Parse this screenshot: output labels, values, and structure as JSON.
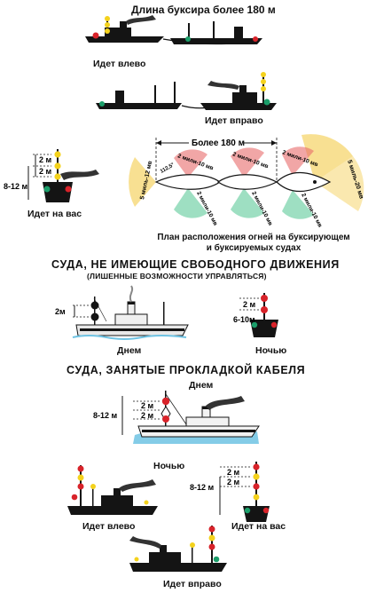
{
  "top": {
    "title": "Длина буксира более 180 м",
    "left_caption": "Идет влево",
    "right_caption": "Идет вправо",
    "toward_caption": "Идет на вас",
    "dim_2m_a": "2 м",
    "dim_2m_b": "2 м",
    "dim_8_12m": "8-12 м"
  },
  "plan": {
    "more_than": "Более 180 м",
    "arc_112": "112,5°",
    "arc_2mil_1": "2 мили-10 мв",
    "arc_2mil_2": "2 мили-10 мв",
    "arc_2mil_3": "2 мили-10 мв",
    "arc_2mil_4": "2 мили-10 мв",
    "arc_2mil_5": "2 мили-10 мв",
    "arc_2mil_6": "2 мили-10 мв",
    "arc_5mil": "5 миль-20 мв",
    "arc_left": "5 миль-12 мв",
    "caption_line1": "План расположения огней на буксирующем",
    "caption_line2": "и буксируемых судах"
  },
  "nuc": {
    "heading": "СУДА, НЕ ИМЕЮЩИЕ СВОБОДНОГО ДВИЖЕНИЯ",
    "subheading": "(ЛИШЕННЫЕ ВОЗМОЖНОСТИ УПРАВЛЯТЬСЯ)",
    "day_caption": "Днем",
    "night_caption": "Ночью",
    "dim_2m_day": "2м",
    "dim_2m_night": "2 м",
    "dim_6_10m": "6-10м"
  },
  "cable": {
    "heading": "СУДА, ЗАНЯТЫЕ ПРОКЛАДКОЙ КАБЕЛЯ",
    "day_caption": "Днем",
    "night_caption": "Ночью",
    "dim_8_12m_day": "8-12 м",
    "dim_2m_day_a": "2 м",
    "dim_2m_day_b": "2 м",
    "dim_8_12m_night": "8-12 м",
    "dim_2m_night_a": "2 м",
    "dim_2m_night_b": "2 м",
    "left_caption": "Идет влево",
    "toward_caption": "Идет на вас",
    "right_caption": "Идет вправо"
  },
  "colors": {
    "red": "#d8232a",
    "green": "#1b9e6a",
    "yellow": "#f4d21c",
    "arc_yellow": "#f6d56e",
    "black": "#141414",
    "water": "#6fc3e3"
  }
}
